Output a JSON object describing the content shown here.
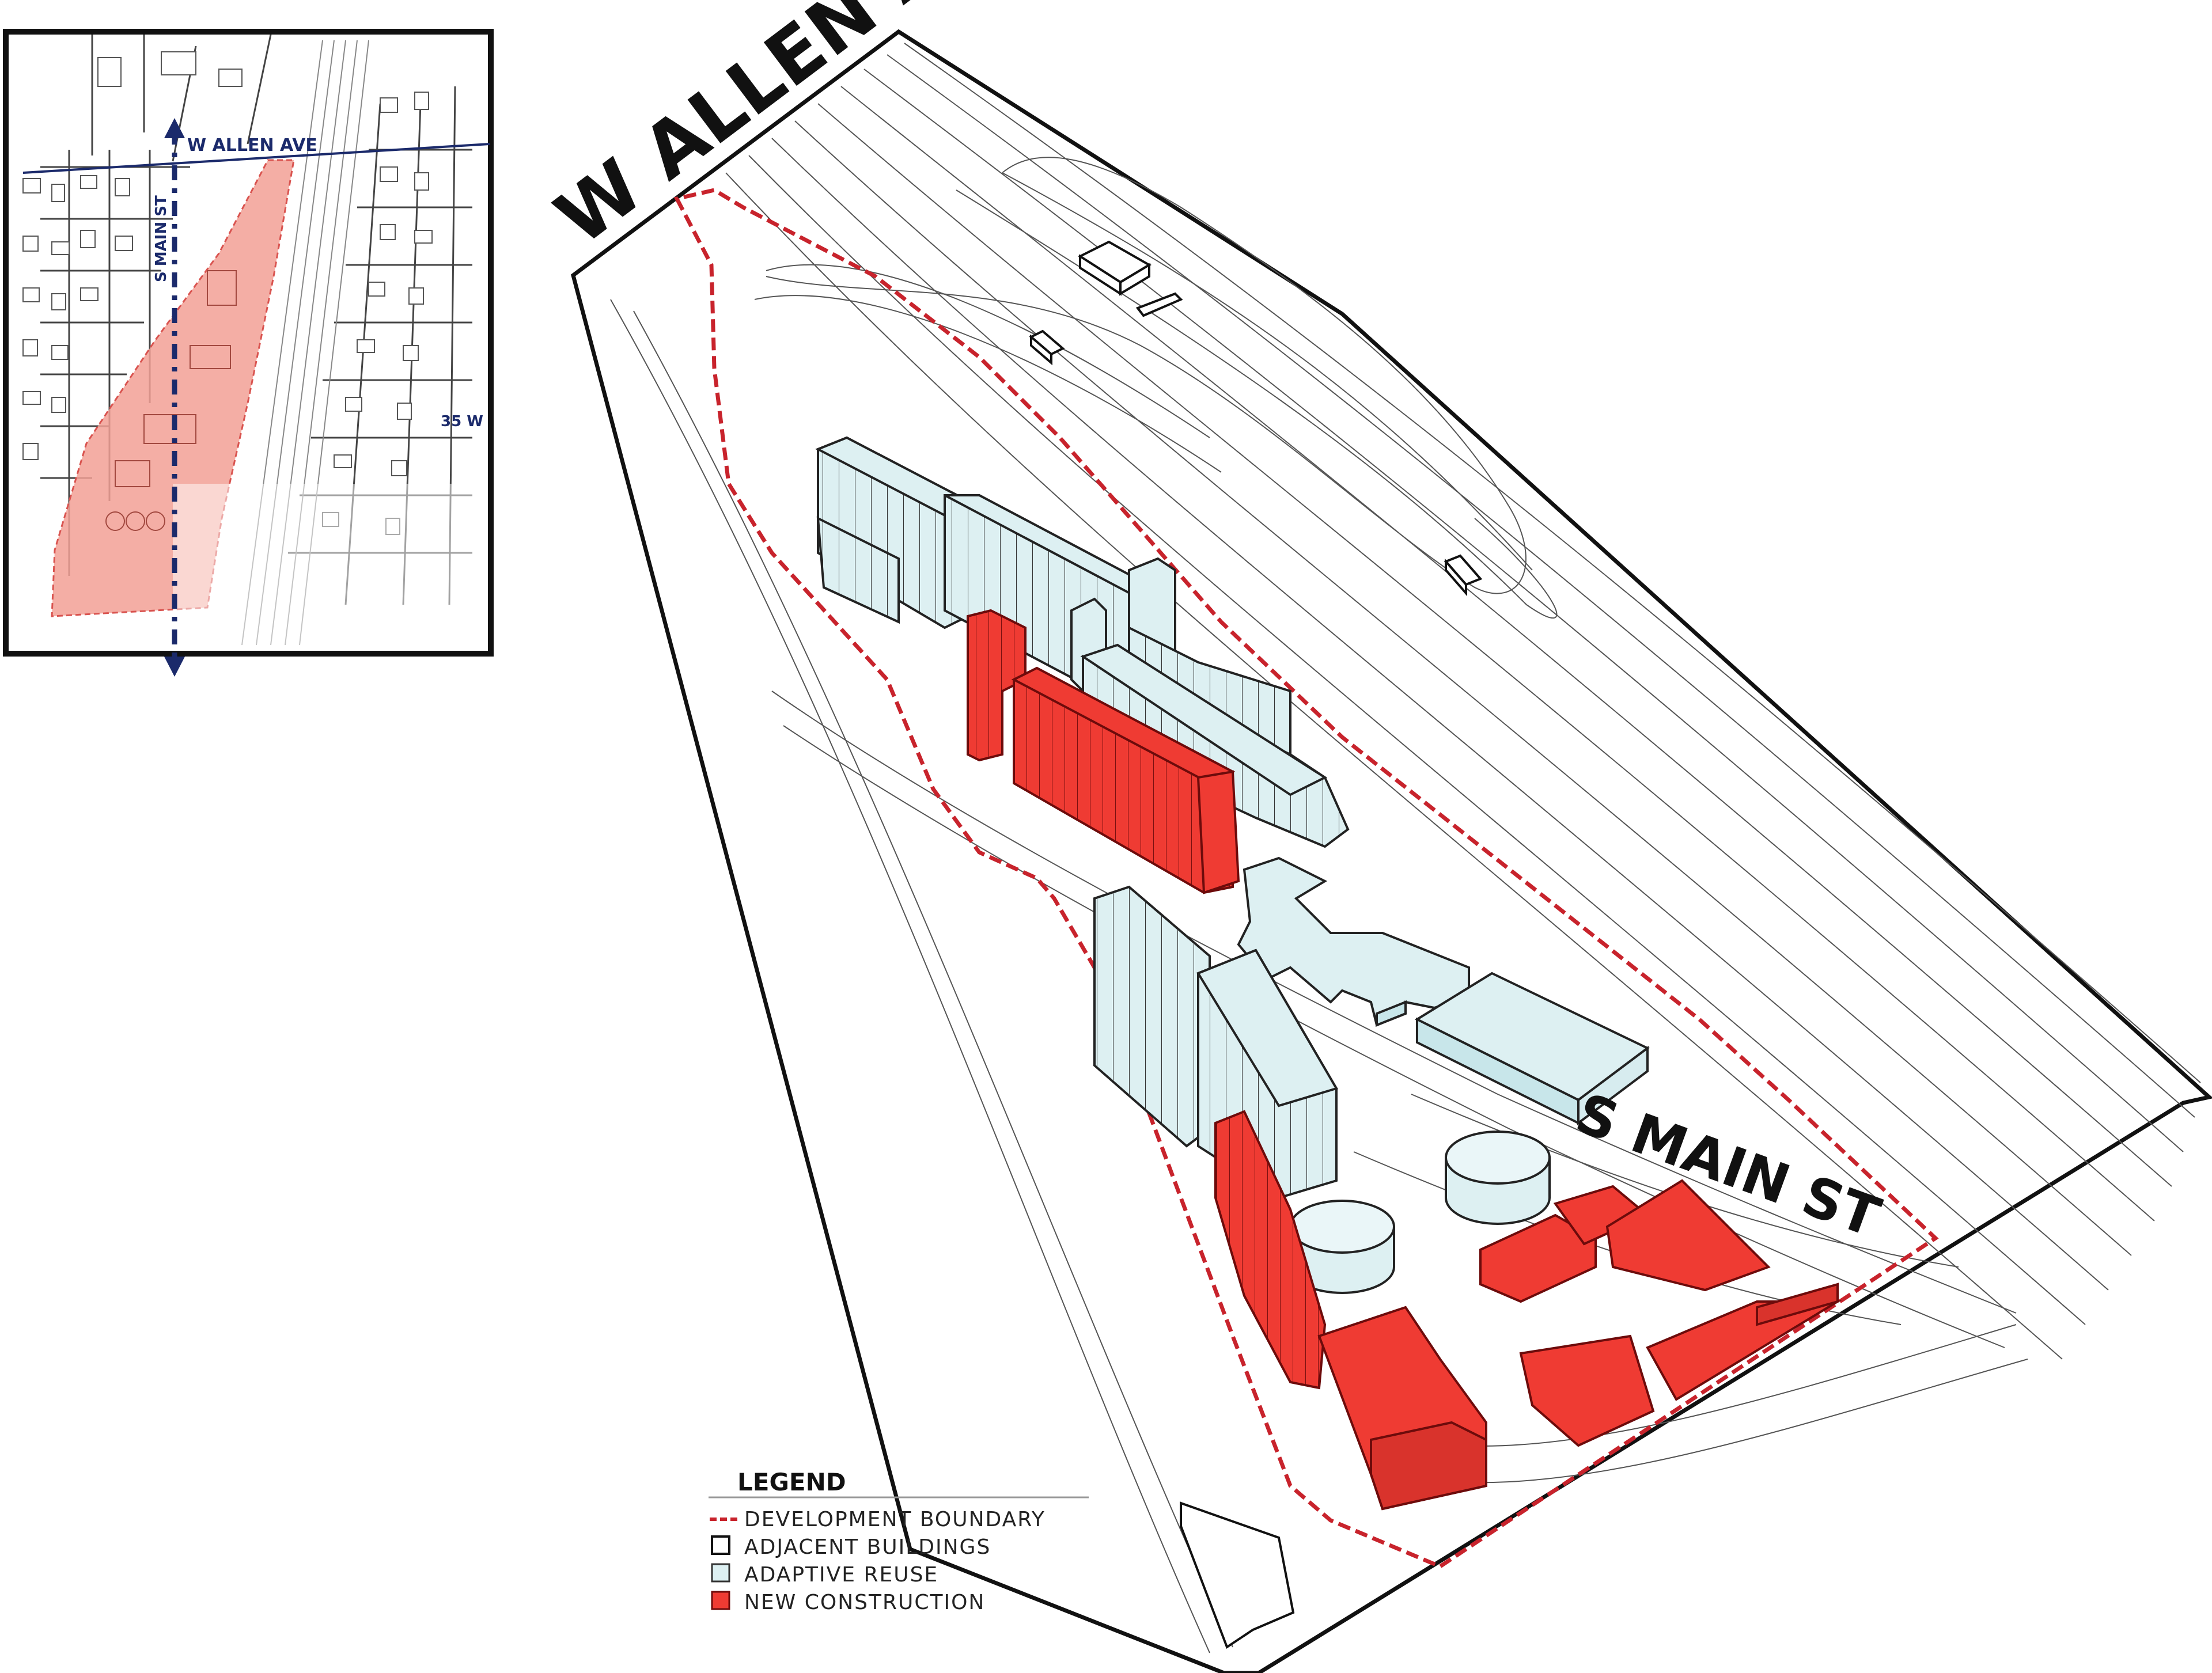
{
  "colors": {
    "adaptive_reuse": "#ddf0f2",
    "new_construction": "#ef3b33",
    "boundary": "#c8232c",
    "inset_highlight": "#f2a095",
    "inset_axis": "#1b2a6b",
    "line": "#555555",
    "outline": "#111111"
  },
  "labels": {
    "w_allen_ave": "W ALLEN AVE",
    "s_main_st": "S MAIN ST"
  },
  "inset": {
    "w_allen_ave": "W ALLEN AVE",
    "s_main_st": "S MAIN ST",
    "interstate": "35 W"
  },
  "legend": {
    "title": "LEGEND",
    "items": [
      {
        "label": "DEVELOPMENT BOUNDARY",
        "symbol": "dashed-line"
      },
      {
        "label": "ADJACENT BUILDINGS",
        "symbol": "outline-square"
      },
      {
        "label": "ADAPTIVE REUSE",
        "symbol": "light-blue-square"
      },
      {
        "label": "NEW CONSTRUCTION",
        "symbol": "red-square"
      }
    ]
  }
}
